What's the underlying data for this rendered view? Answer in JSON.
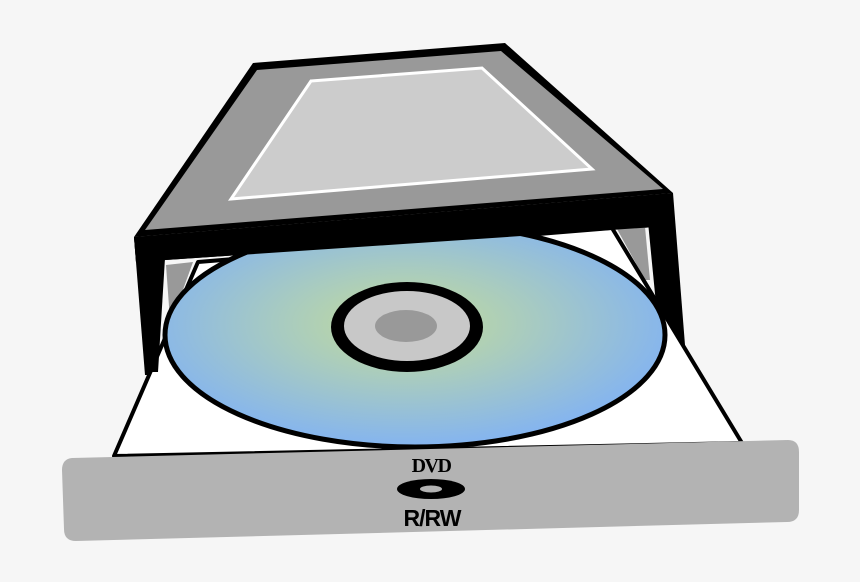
{
  "illustration": {
    "subject": "DVD drive with open tray and disc",
    "background_color": "#f6f6f6"
  },
  "drive": {
    "body_color": "#999999",
    "top_panel_color": "#cccccc",
    "top_panel_border_color": "#ffffff",
    "frame_color": "#000000"
  },
  "disc": {
    "gradient_center_color": "#c4dc98",
    "gradient_edge_color": "#84b4f0",
    "hub_ring_color": "#000000",
    "hub_color": "#c8c8c8",
    "hole_color": "#999999"
  },
  "tray": {
    "surface_color": "#ffffff",
    "face_color": "#b3b3b3"
  },
  "label": {
    "logo_top": "DVD",
    "logo_icon": "disc-icon",
    "logo_bottom": "R/RW",
    "text_color": "#000000"
  }
}
